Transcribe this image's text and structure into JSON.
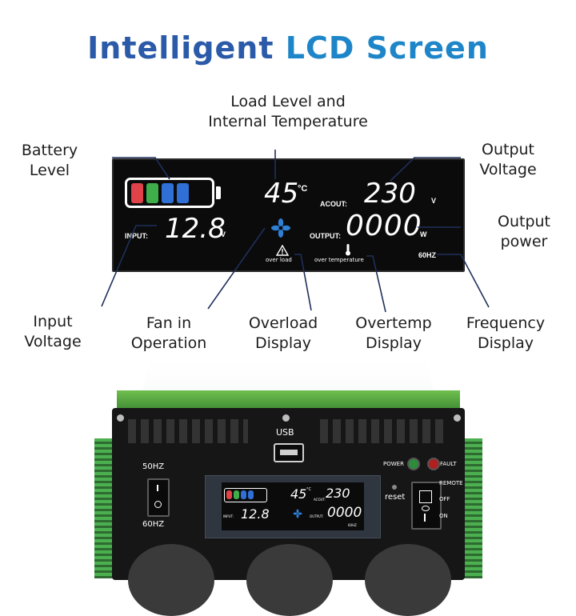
{
  "title": {
    "part1": "Intelligent ",
    "part2": "LCD Screen"
  },
  "callouts": {
    "load_temp_line1": "Load Level and",
    "load_temp_line2": "Internal Temperature",
    "battery_line1": "Battery",
    "battery_line2": "Level",
    "output_voltage_line1": "Output",
    "output_voltage_line2": "Voltage",
    "output_power_line1": "Output",
    "output_power_line2": "power",
    "input_voltage_line1": "Input",
    "input_voltage_line2": "Voltage",
    "fan_line1": "Fan in",
    "fan_line2": "Operation",
    "overload_line1": "Overload",
    "overload_line2": "Display",
    "overtemp_line1": "Overtemp",
    "overtemp_line2": "Display",
    "frequency_line1": "Frequency",
    "frequency_line2": "Display"
  },
  "lcd": {
    "temperature": "45",
    "temp_unit": "°C",
    "acout_label": "ACOUT:",
    "acout_value": "230",
    "acout_unit": "V",
    "input_label": "INPUT:",
    "input_value": "12.8",
    "input_unit": "V",
    "output_label": "OUTPUT:",
    "output_value": "0000",
    "output_unit": "W",
    "over_load": "over load",
    "over_temperature": "over temperature",
    "frequency": "60HZ",
    "battery_colors": [
      "#e0424a",
      "#3fae4a",
      "#2f6fd6",
      "#2f6fd6"
    ]
  },
  "device": {
    "usb_label": "USB",
    "freq_top": "50HZ",
    "freq_bottom": "60HZ",
    "power_label": "POWER",
    "fault_label": "FAULT",
    "reset_label": "reset",
    "remote_label": "REMOTE",
    "off_label": "OFF",
    "on_label": "ON"
  }
}
